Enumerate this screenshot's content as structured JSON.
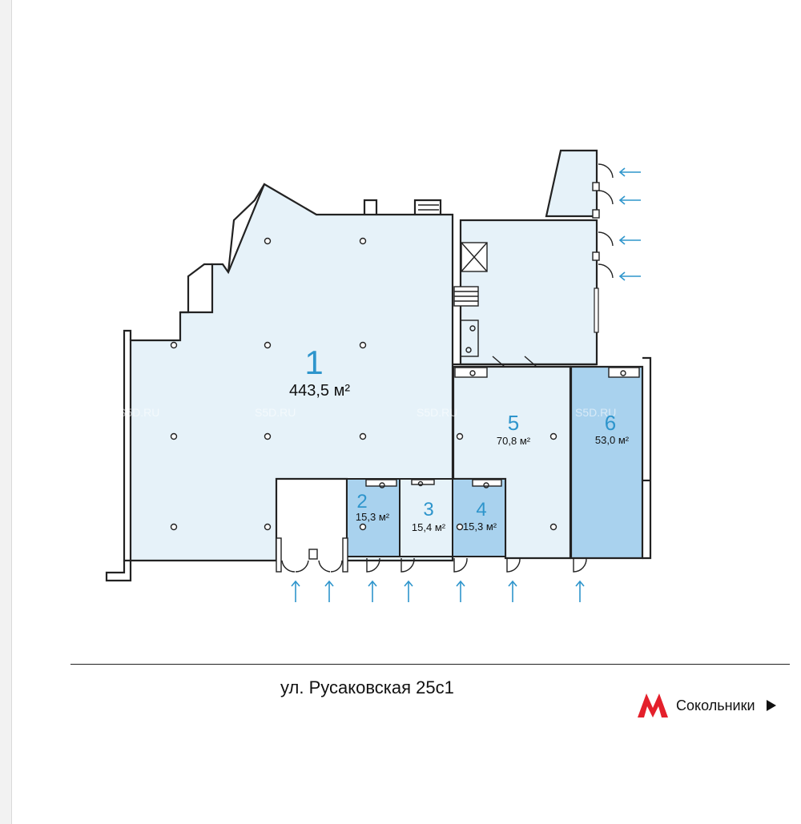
{
  "plan": {
    "rooms": [
      {
        "id": "1",
        "number": "1",
        "area": "443,5 м²"
      },
      {
        "id": "2",
        "number": "2",
        "area": "15,3 м²"
      },
      {
        "id": "3",
        "number": "3",
        "area": "15,4 м²"
      },
      {
        "id": "4",
        "number": "4",
        "area": "15,3 м²"
      },
      {
        "id": "5",
        "number": "5",
        "area": "70,8 м²"
      },
      {
        "id": "6",
        "number": "6",
        "area": "53,0 м²"
      }
    ],
    "watermark": "S5D.RU",
    "colors": {
      "room_fill": "#e6f2f9",
      "room_fill_highlight": "#a9d2ee",
      "accent": "#2e95cc",
      "wall": "#222222",
      "metro_red": "#e4202b"
    }
  },
  "footer": {
    "street": "ул. Русаковская 25с1",
    "metro_station": "Сокольники",
    "metro_icon": "metro-m-icon",
    "play_icon": "play-arrow-icon"
  }
}
